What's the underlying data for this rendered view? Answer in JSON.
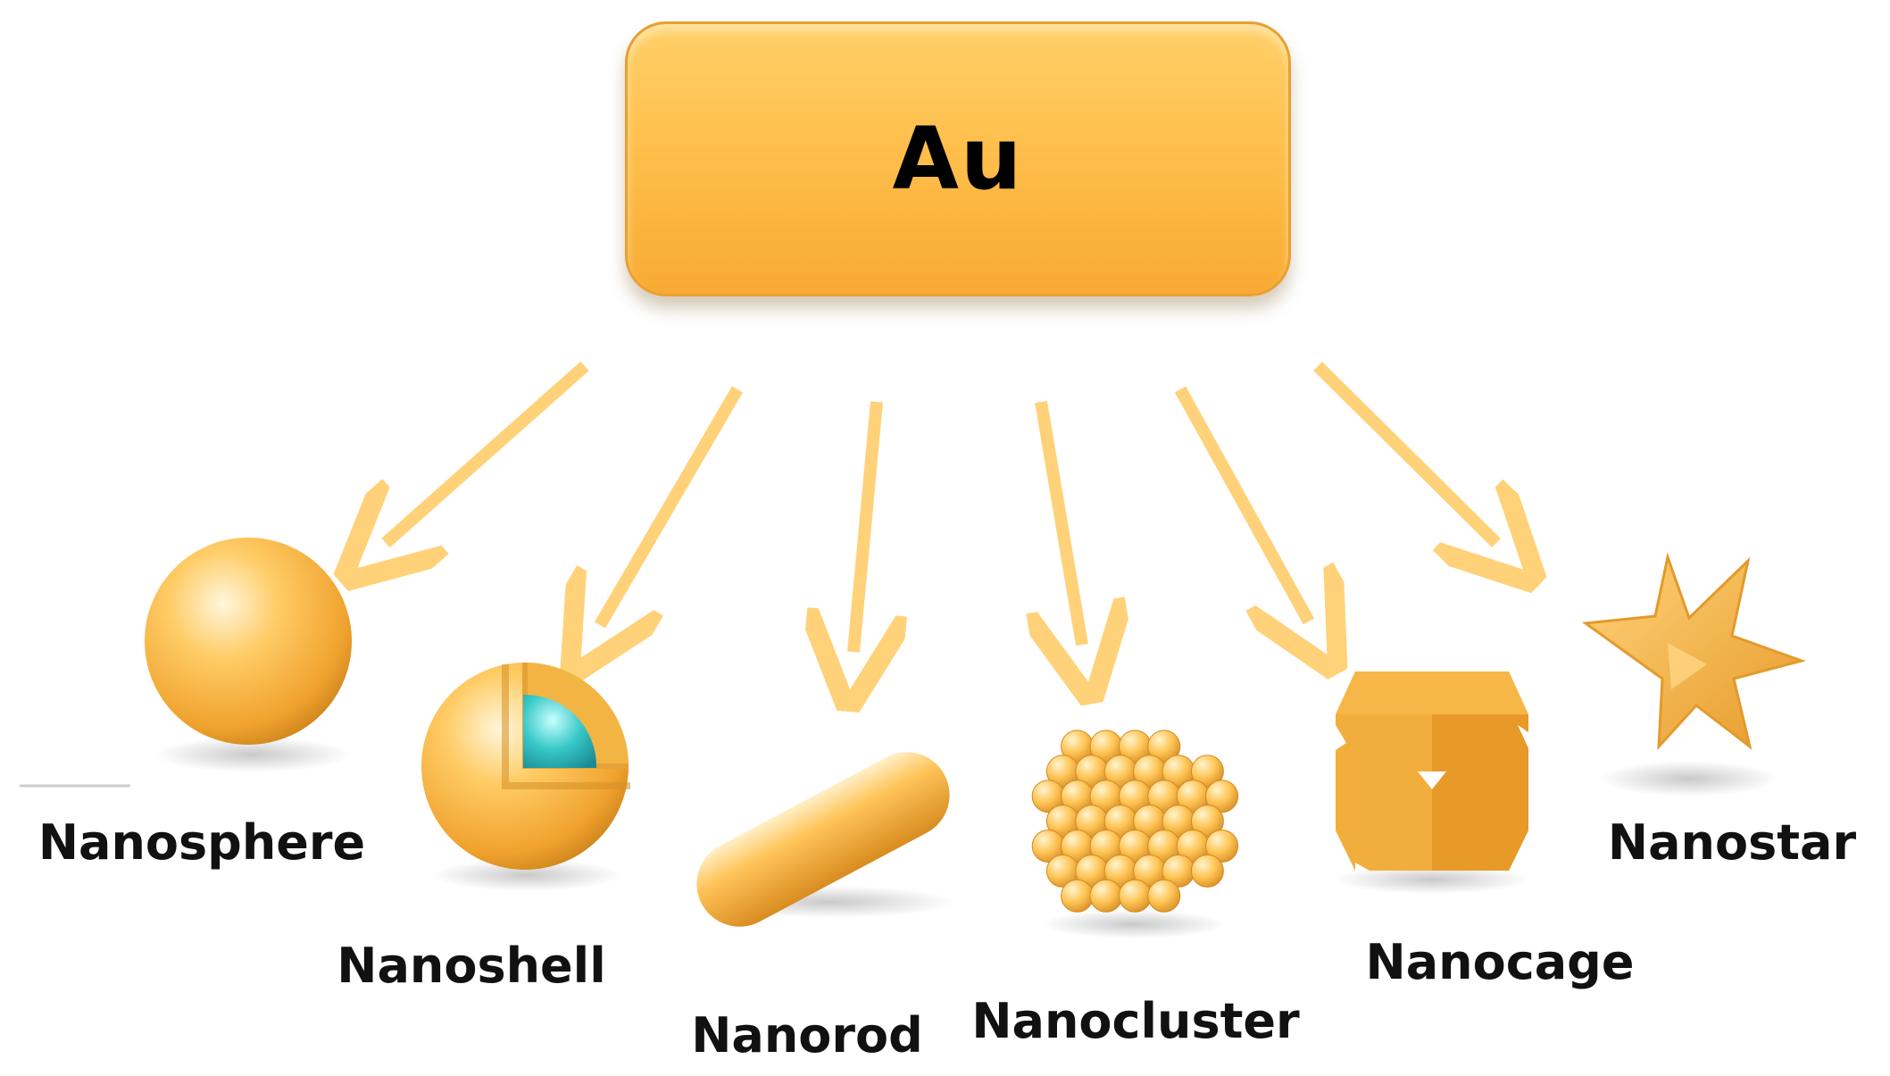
{
  "root": {
    "label": "Au",
    "color": "#ffc04e"
  },
  "arrow_color": "#ffd27a",
  "shapes": [
    {
      "id": "nanosphere",
      "label": "Nanosphere"
    },
    {
      "id": "nanoshell",
      "label": "Nanoshell",
      "core_color": "#2bc4c4"
    },
    {
      "id": "nanorod",
      "label": "Nanorod"
    },
    {
      "id": "nanocluster",
      "label": "Nanocluster"
    },
    {
      "id": "nanocage",
      "label": "Nanocage"
    },
    {
      "id": "nanostar",
      "label": "Nanostar"
    }
  ]
}
